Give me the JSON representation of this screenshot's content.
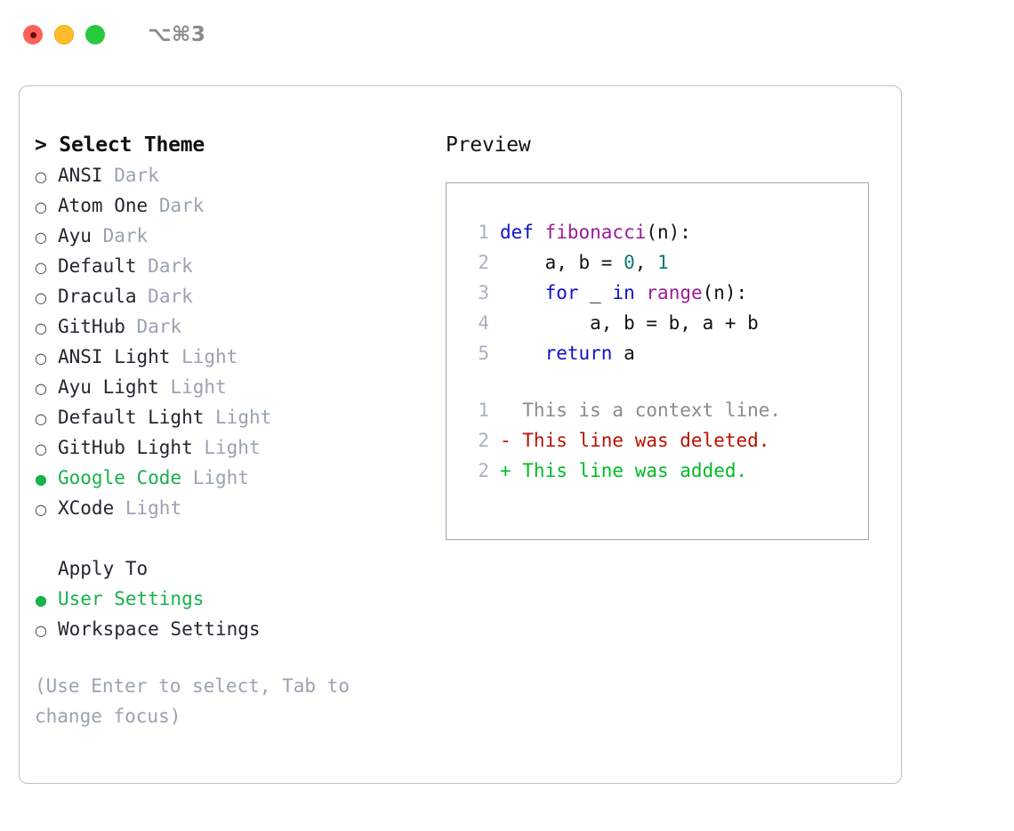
{
  "titlebar": {
    "traffic_lights": [
      "close-light",
      "minimize-light",
      "maximize-light"
    ],
    "shortcut": "⌥⌘3"
  },
  "left_pane": {
    "header": "> Select Theme",
    "themes": [
      {
        "bullet": "○",
        "name": "ANSI",
        "tag": "Dark",
        "selected": false
      },
      {
        "bullet": "○",
        "name": "Atom One",
        "tag": "Dark",
        "selected": false
      },
      {
        "bullet": "○",
        "name": "Ayu",
        "tag": "Dark",
        "selected": false
      },
      {
        "bullet": "○",
        "name": "Default",
        "tag": "Dark",
        "selected": false
      },
      {
        "bullet": "○",
        "name": "Dracula",
        "tag": "Dark",
        "selected": false
      },
      {
        "bullet": "○",
        "name": "GitHub",
        "tag": "Dark",
        "selected": false
      },
      {
        "bullet": "○",
        "name": "ANSI Light",
        "tag": "Light",
        "selected": false
      },
      {
        "bullet": "○",
        "name": "Ayu Light",
        "tag": "Light",
        "selected": false
      },
      {
        "bullet": "○",
        "name": "Default Light",
        "tag": "Light",
        "selected": false
      },
      {
        "bullet": "○",
        "name": "GitHub Light",
        "tag": "Light",
        "selected": false
      },
      {
        "bullet": "●",
        "name": "Google Code",
        "tag": "Light",
        "selected": true
      },
      {
        "bullet": "○",
        "name": "XCode",
        "tag": "Light",
        "selected": false
      }
    ],
    "apply_to": {
      "header": "Apply To",
      "options": [
        {
          "bullet": "●",
          "name": "User Settings",
          "selected": true
        },
        {
          "bullet": "○",
          "name": "Workspace Settings",
          "selected": false
        }
      ]
    },
    "hint": "(Use Enter to select, Tab to change focus)"
  },
  "right_pane": {
    "label": "Preview",
    "code_lines": [
      {
        "lineno": "1",
        "tokens": [
          {
            "text": "def ",
            "type": "kw"
          },
          {
            "text": "fibonacci",
            "type": "fn"
          },
          {
            "text": "(n):",
            "type": "txt"
          }
        ]
      },
      {
        "lineno": "2",
        "tokens": [
          {
            "text": "    a, b = ",
            "type": "txt"
          },
          {
            "text": "0",
            "type": "num"
          },
          {
            "text": ", ",
            "type": "txt"
          },
          {
            "text": "1",
            "type": "num"
          }
        ]
      },
      {
        "lineno": "3",
        "tokens": [
          {
            "text": "    ",
            "type": "txt"
          },
          {
            "text": "for",
            "type": "kw"
          },
          {
            "text": " _ ",
            "type": "txt"
          },
          {
            "text": "in",
            "type": "kw"
          },
          {
            "text": " ",
            "type": "txt"
          },
          {
            "text": "range",
            "type": "fn"
          },
          {
            "text": "(n):",
            "type": "txt"
          }
        ]
      },
      {
        "lineno": "4",
        "tokens": [
          {
            "text": "        a, b = b, a + b",
            "type": "txt"
          }
        ]
      },
      {
        "lineno": "5",
        "tokens": [
          {
            "text": "    ",
            "type": "txt"
          },
          {
            "text": "return",
            "type": "kw"
          },
          {
            "text": " a",
            "type": "txt"
          }
        ]
      }
    ],
    "diff_lines": [
      {
        "lineno": "1",
        "marker": " ",
        "text": "  This is a context line.",
        "type": "ctx"
      },
      {
        "lineno": "2",
        "marker": "-",
        "text": "- This line was deleted.",
        "type": "del"
      },
      {
        "lineno": "2",
        "marker": "+",
        "text": "+ This line was added.",
        "type": "add"
      }
    ]
  },
  "colors": {
    "accent_green": "#17b24b",
    "muted_gray": "#9aa3b2",
    "keyword_blue": "#1111cc",
    "function_purple": "#9c1a96",
    "number_teal": "#0b7a75",
    "diff_deleted": "#bb1100",
    "diff_added": "#00bb22",
    "border": "#b9c0ca"
  }
}
